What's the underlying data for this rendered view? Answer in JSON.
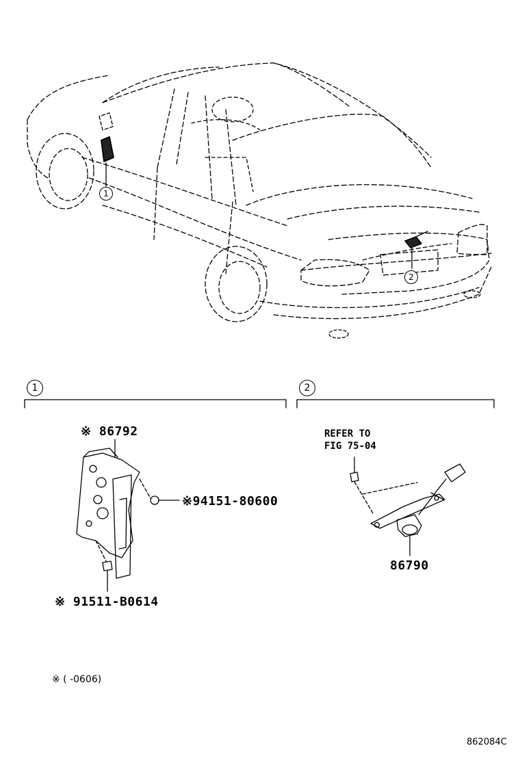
{
  "callouts": {
    "one": "1",
    "two": "2"
  },
  "section_one": {
    "marker": "1",
    "main_part": "※ 86792",
    "nut_part": "※94151-80600",
    "bolt_part": "※ 91511-B0614"
  },
  "section_two": {
    "marker": "2",
    "refer_line1": "REFER TO",
    "refer_line2": "FIG 75-04",
    "camera_part": "86790"
  },
  "footnote": "※  (      -0606)",
  "diagram_code": "862084C",
  "colors": {
    "ink": "#000000",
    "paper": "#ffffff"
  }
}
